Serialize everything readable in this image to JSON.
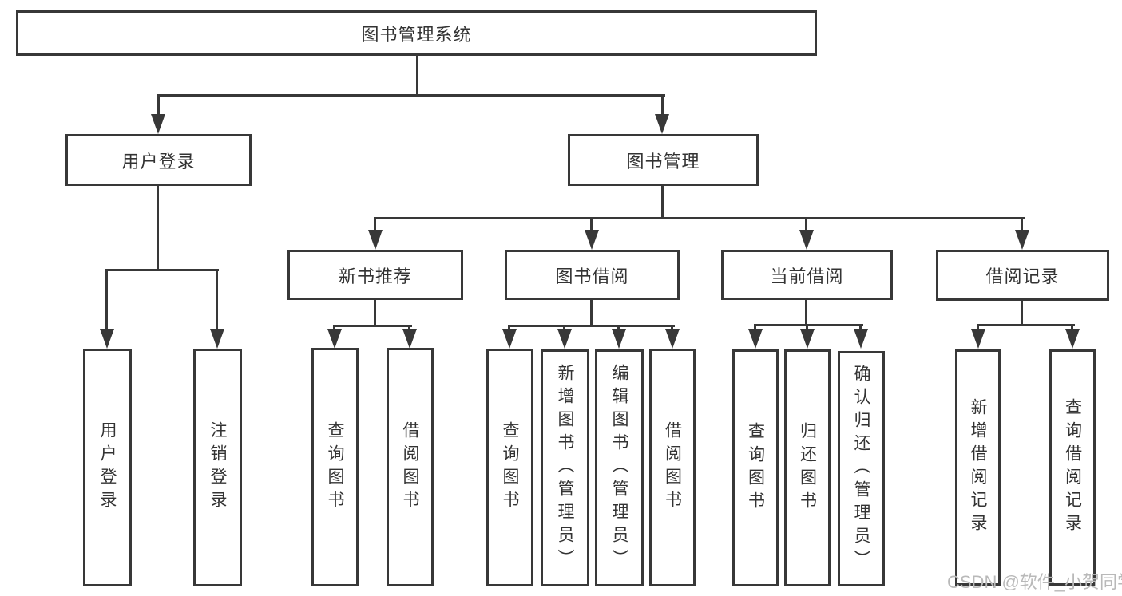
{
  "diagram": {
    "title_node": "root",
    "root": {
      "label": "图书管理系统"
    },
    "level2": [
      {
        "label": "用户登录"
      },
      {
        "label": "图书管理"
      }
    ],
    "level3": [
      {
        "label": "新书推荐"
      },
      {
        "label": "图书借阅"
      },
      {
        "label": "当前借阅"
      },
      {
        "label": "借阅记录"
      }
    ],
    "leaves": {
      "login": [
        "用户登录",
        "注销登录"
      ],
      "recommend": [
        "查询图书",
        "借阅图书"
      ],
      "borrow": [
        "查询图书",
        "新增图书（管理员）",
        "编辑图书（管理员）",
        "借阅图书"
      ],
      "current": [
        "查询图书",
        "归还图书",
        "确认归还（管理员）"
      ],
      "records": [
        "新增借阅记录",
        "查询借阅记录"
      ]
    }
  },
  "watermark": {
    "text": "CSDN @软件_小贺同学"
  },
  "colors": {
    "line": "#383838",
    "text": "#333333",
    "watermark": "#b9b9b9",
    "background": "#ffffff"
  }
}
